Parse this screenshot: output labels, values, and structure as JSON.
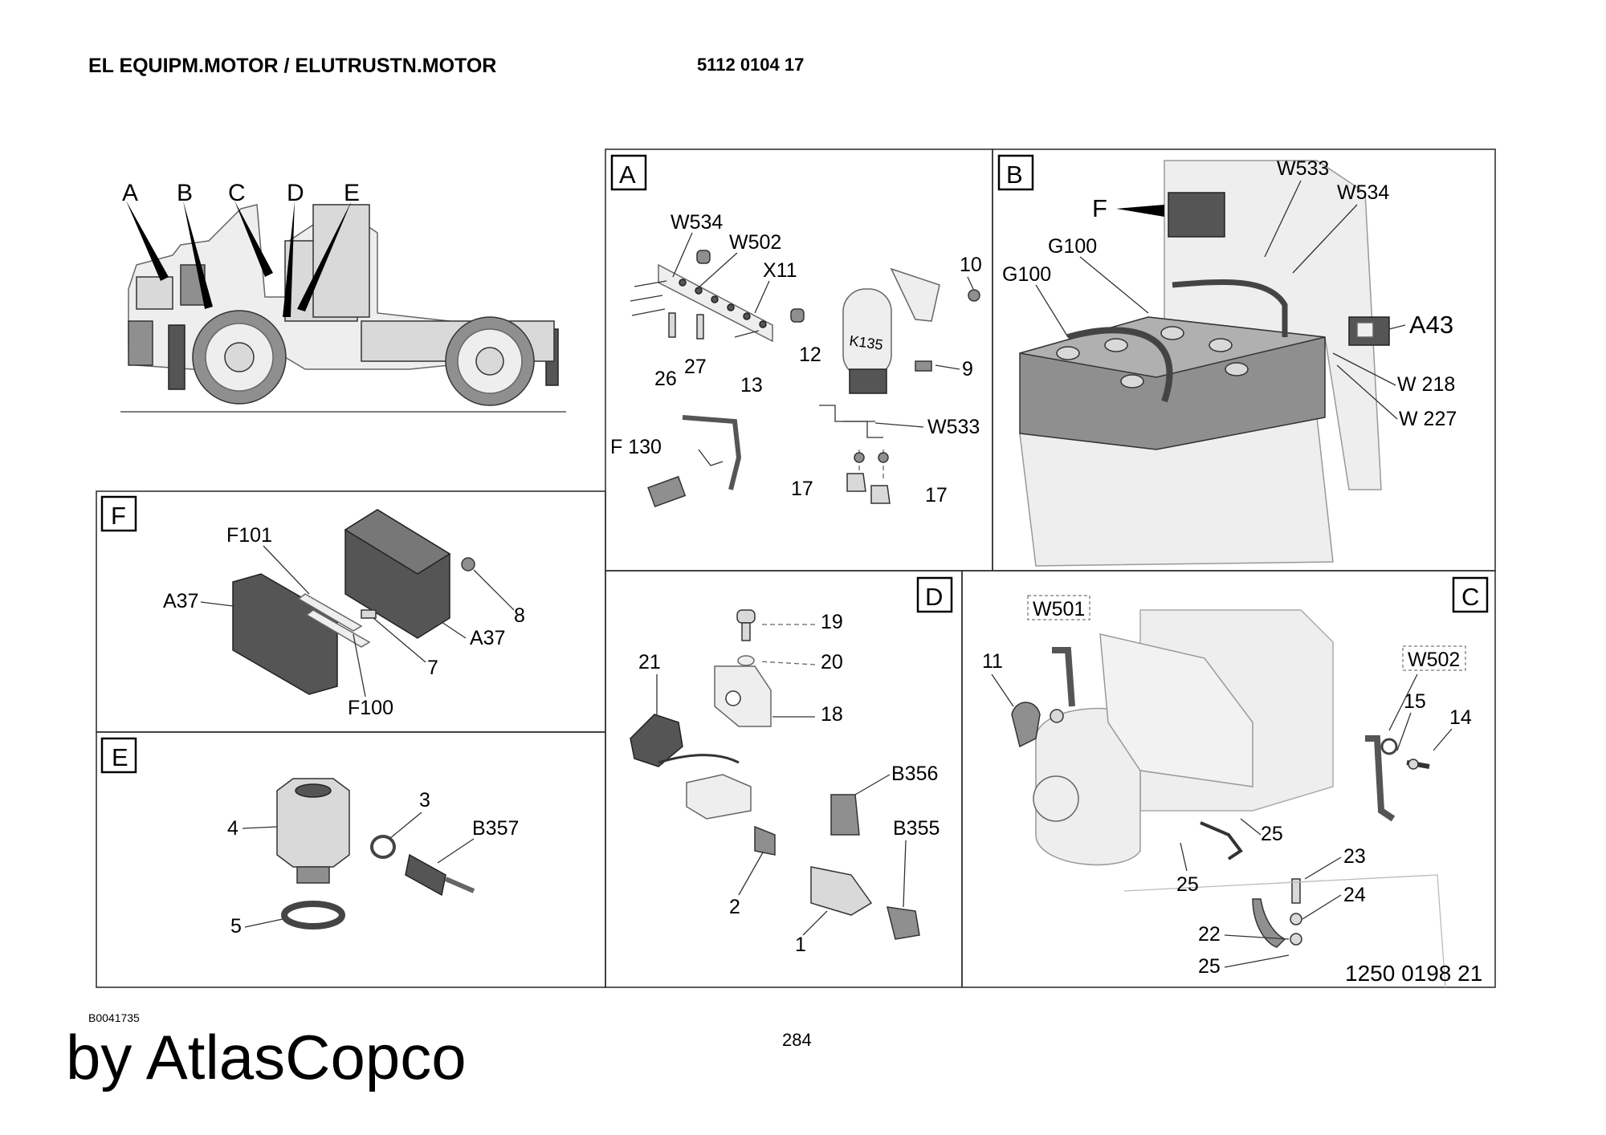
{
  "header": {
    "title": "EL EQUIPM.MOTOR / ELUTRUSTN.MOTOR",
    "part_number": "5112 0104 17"
  },
  "overview": {
    "callouts": [
      "A",
      "B",
      "C",
      "D",
      "E"
    ]
  },
  "panels": {
    "A": {
      "letter": "A",
      "labels": {
        "w534": "W534",
        "w502": "W502",
        "x11": "X11",
        "k135": "K135",
        "n10": "10",
        "n9": "9",
        "n12": "12",
        "n13": "13",
        "n26": "26",
        "n27": "27",
        "w533": "W533",
        "f130": "F 130",
        "n17a": "17",
        "n17b": "17"
      }
    },
    "B": {
      "letter": "B",
      "labels": {
        "w533": "W533",
        "w534": "W534",
        "f": "F",
        "g100a": "G100",
        "g100b": "G100",
        "a43": "A43",
        "w218": "W 218",
        "w227": "W 227"
      }
    },
    "C": {
      "letter": "C",
      "labels": {
        "w501": "W501",
        "w502": "W502",
        "n11": "11",
        "n15": "15",
        "n14": "14",
        "n25a": "25",
        "n25b": "25",
        "n23": "23",
        "n24": "24",
        "n22": "22",
        "n25c": "25"
      },
      "drawing_number": "1250 0198 21"
    },
    "D": {
      "letter": "D",
      "labels": {
        "n19": "19",
        "n20": "20",
        "n21": "21",
        "n18": "18",
        "b356": "B356",
        "b355": "B355",
        "n2": "2",
        "n1": "1"
      }
    },
    "E": {
      "letter": "E",
      "labels": {
        "n4": "4",
        "n3": "3",
        "b357": "B357",
        "n5": "5"
      }
    },
    "F": {
      "letter": "F",
      "labels": {
        "f101": "F101",
        "a37a": "A37",
        "n8": "8",
        "a37b": "A37",
        "n7": "7",
        "f100": "F100"
      }
    }
  },
  "footer": {
    "image_ref": "B0041735",
    "page_number": "284",
    "brand": "by AtlasCopco"
  }
}
